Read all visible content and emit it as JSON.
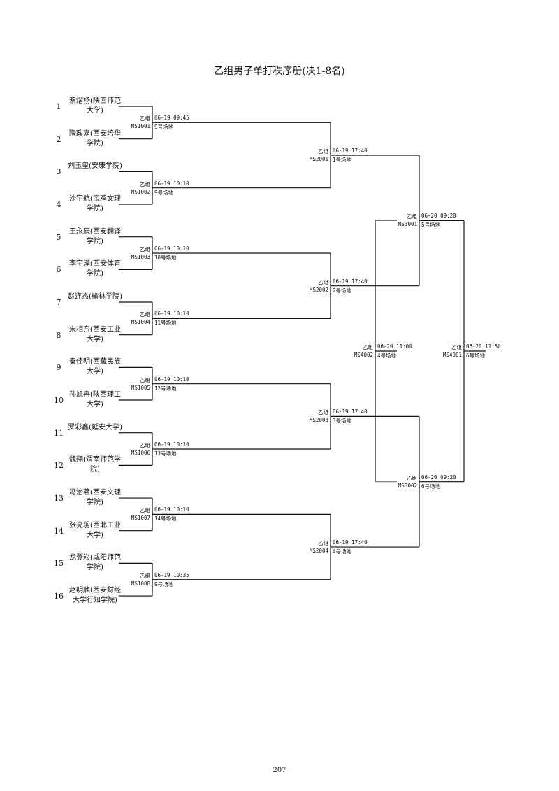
{
  "title": "乙组男子单打秩序册(决1-8名)",
  "page_number": "207",
  "players": [
    {
      "seed": "1",
      "name": "蔡熠杨(陕西师范大学)"
    },
    {
      "seed": "2",
      "name": "陶政嘉(西安培华学院)"
    },
    {
      "seed": "3",
      "name": "刘玉玺(安康学院)"
    },
    {
      "seed": "4",
      "name": "沙宇航(宝鸡文理学院)"
    },
    {
      "seed": "5",
      "name": "王永康(西安翻译学院)"
    },
    {
      "seed": "6",
      "name": "李宇泽(西安体育学院)"
    },
    {
      "seed": "7",
      "name": "赵连杰(榆林学院)"
    },
    {
      "seed": "8",
      "name": "朱相东(西安工业大学)"
    },
    {
      "seed": "9",
      "name": "秦佳明(西藏民族大学)"
    },
    {
      "seed": "10",
      "name": "孙旭冉(陕西理工大学)"
    },
    {
      "seed": "11",
      "name": "罗彩鑫(延安大学)"
    },
    {
      "seed": "12",
      "name": "魏翔(渭南师范学院)"
    },
    {
      "seed": "13",
      "name": "冯治茗(西安文理学院)"
    },
    {
      "seed": "14",
      "name": "张亮羽(西北工业大学)"
    },
    {
      "seed": "15",
      "name": "龙登崧(咸阳师范学院)"
    },
    {
      "seed": "16",
      "name": "赵明麒(西安财经大学行知学院)"
    }
  ],
  "matches": [
    {
      "group": "乙组",
      "code": "MS1001",
      "time": "06-19 09:45",
      "venue": "9号场地"
    },
    {
      "group": "乙组",
      "code": "MS1002",
      "time": "06-19 10:10",
      "venue": "9号场地"
    },
    {
      "group": "乙组",
      "code": "MS1003",
      "time": "06-19 10:10",
      "venue": "10号场地"
    },
    {
      "group": "乙组",
      "code": "MS1004",
      "time": "06-19 10:10",
      "venue": "11号场地"
    },
    {
      "group": "乙组",
      "code": "MS1005",
      "time": "06-19 10:10",
      "venue": "12号场地"
    },
    {
      "group": "乙组",
      "code": "MS1006",
      "time": "06-19 10:10",
      "venue": "13号场地"
    },
    {
      "group": "乙组",
      "code": "MS1007",
      "time": "06-19 10:10",
      "venue": "14号场地"
    },
    {
      "group": "乙组",
      "code": "MS1008",
      "time": "06-19 10:35",
      "venue": "9号场地"
    },
    {
      "group": "乙组",
      "code": "MS2001",
      "time": "06-19 17:40",
      "venue": "1号场地"
    },
    {
      "group": "乙组",
      "code": "MS2002",
      "time": "06-19 17:40",
      "venue": "2号场地"
    },
    {
      "group": "乙组",
      "code": "MS2003",
      "time": "06-19 17:40",
      "venue": "3号场地"
    },
    {
      "group": "乙组",
      "code": "MS2004",
      "time": "06-19 17:40",
      "venue": "4号场地"
    },
    {
      "group": "乙组",
      "code": "MS3001",
      "time": "06-20 09:20",
      "venue": "5号场地"
    },
    {
      "group": "乙组",
      "code": "MS3002",
      "time": "06-20 09:20",
      "venue": "6号场地"
    },
    {
      "group": "乙组",
      "code": "MS4002",
      "time": "06-20 11:00",
      "venue": "4号场地"
    },
    {
      "group": "乙组",
      "code": "MS4001",
      "time": "06-20 11:50",
      "venue": "6号场地"
    }
  ]
}
